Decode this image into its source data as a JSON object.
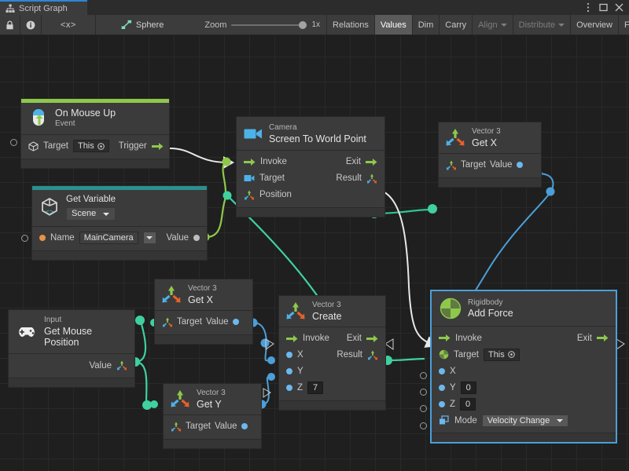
{
  "window": {
    "tab_label": "Script Graph",
    "tab_icon": "script-graph-icon",
    "controls": {
      "menu": "⋮",
      "maximize": "□",
      "close": "✕"
    }
  },
  "toolbar": {
    "lock_icon": "lock-icon",
    "info_icon": "info-icon",
    "code_icon": "code-brackets-icon",
    "code_label": "<x>",
    "object_icon": "graph-asset-icon",
    "object_name": "Sphere",
    "zoom_label": "Zoom",
    "zoom_value": "1x",
    "zoom_percent": 100,
    "buttons": [
      {
        "label": "Relations",
        "state": "normal"
      },
      {
        "label": "Values",
        "state": "active"
      },
      {
        "label": "Dim",
        "state": "normal"
      },
      {
        "label": "Carry",
        "state": "normal"
      },
      {
        "label": "Align",
        "state": "disabled",
        "caret": true
      },
      {
        "label": "Distribute",
        "state": "disabled",
        "caret": true
      },
      {
        "label": "Overview",
        "state": "normal"
      },
      {
        "label": "Full Screen",
        "state": "normal"
      }
    ]
  },
  "colors": {
    "accent_event": "#8ec84b",
    "accent_variable": "#2b8f8f",
    "wire_control": "#e8e8e8",
    "wire_value_green": "#8ec84b",
    "wire_value_teal": "#3fd0a0",
    "wire_value_blue": "#4b9fd8",
    "selection": "#4b9fd8",
    "canvas_bg": "#1f1f1f",
    "node_bg": "#3b3b3b"
  },
  "nodes": {
    "on_mouse_up": {
      "icon": "mouse-up-icon",
      "subtitle": "On Mouse Up",
      "title": "Event",
      "target_label": "Target",
      "target_value": "This",
      "trigger_label": "Trigger",
      "target_icon": "gameobject-cube-icon",
      "trigger_icon": "control-flow-arrow-icon"
    },
    "get_variable": {
      "icon": "unity-variable-icon",
      "subtitle": "Get Variable",
      "scope_value": "Scene",
      "name_label": "Name",
      "name_value": "MainCamera",
      "value_label": "Value"
    },
    "camera_screen_to_world": {
      "icon": "camera-icon",
      "subtitle": "Camera",
      "title": "Screen To World Point",
      "ports_in": [
        "Invoke",
        "Target",
        "Position"
      ],
      "ports_out": [
        "Exit",
        "Result"
      ]
    },
    "vector3_get_x_top": {
      "icon": "vector3-icon",
      "subtitle": "Vector 3",
      "title": "Get X",
      "target_label": "Target",
      "value_label": "Value"
    },
    "input_get_mouse_position": {
      "icon": "gamepad-icon",
      "subtitle": "Input",
      "title": "Get Mouse Position",
      "value_label": "Value"
    },
    "vector3_get_x_mid": {
      "icon": "vector3-icon",
      "subtitle": "Vector 3",
      "title": "Get X",
      "target_label": "Target",
      "value_label": "Value"
    },
    "vector3_get_y": {
      "icon": "vector3-icon",
      "subtitle": "Vector 3",
      "title": "Get Y",
      "target_label": "Target",
      "value_label": "Value"
    },
    "vector3_create": {
      "icon": "vector3-icon",
      "subtitle": "Vector 3",
      "title": "Create",
      "invoke_label": "Invoke",
      "exit_label": "Exit",
      "x_label": "X",
      "y_label": "Y",
      "z_label": "Z",
      "z_value": "7",
      "result_label": "Result"
    },
    "rigidbody_add_force": {
      "icon": "rigidbody-icon",
      "subtitle": "Rigidbody",
      "title": "Add Force",
      "selected": true,
      "invoke_label": "Invoke",
      "exit_label": "Exit",
      "target_label": "Target",
      "target_value": "This",
      "x_label": "X",
      "y_label": "Y",
      "y_value": "0",
      "z_label": "Z",
      "z_value": "0",
      "mode_label": "Mode",
      "mode_value": "Velocity Change"
    }
  }
}
